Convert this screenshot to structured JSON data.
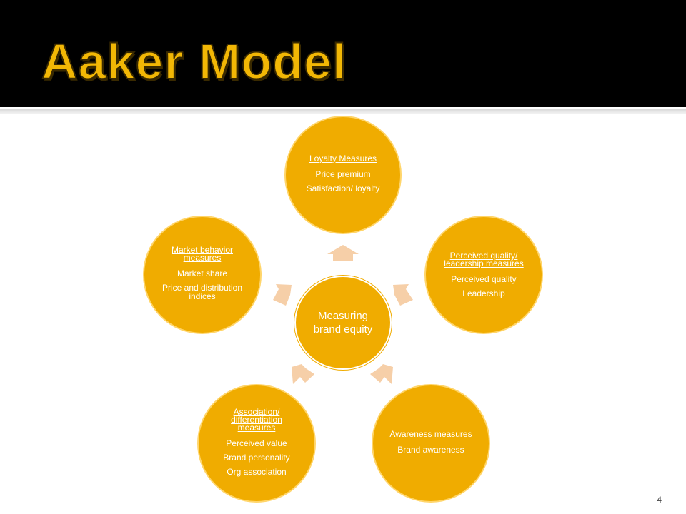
{
  "slide": {
    "title": "Aaker Model",
    "slide_number": "4"
  },
  "diagram": {
    "center": {
      "label": "Measuring brand equity"
    },
    "nodes": [
      {
        "heading": "Loyalty Measures",
        "lines": [
          "Price premium",
          "Satisfaction/ loyalty"
        ]
      },
      {
        "heading": "Perceived quality/ leadership measures",
        "lines": [
          "Perceived quality",
          "Leadership"
        ]
      },
      {
        "heading": "Awareness measures",
        "lines": [
          "Brand awareness"
        ]
      },
      {
        "heading": "Association/ differentiation measures",
        "lines": [
          "Perceived value",
          "Brand personality",
          "Org association"
        ]
      },
      {
        "heading": "Market behavior measures",
        "lines": [
          "Market share",
          "Price and distribution indices"
        ]
      }
    ]
  },
  "colors": {
    "node_fill": "#f0ac00",
    "arrow_fill": "#f6cfa8",
    "title_color": "#f2b705",
    "header_bg": "#000000"
  }
}
